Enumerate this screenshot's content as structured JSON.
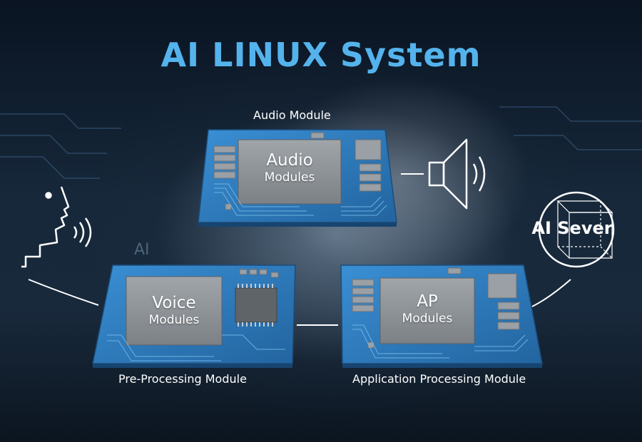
{
  "title": "AI LINUX System",
  "background_text": "AI",
  "colors": {
    "title": "#54b3ec",
    "board": "#2f7fc3",
    "chip": "#8a8f94",
    "line": "#ffffff"
  },
  "modules": [
    {
      "caption": "Audio Module",
      "chip_title": "Audio",
      "chip_subtitle": "Modules"
    },
    {
      "caption": "Pre-Processing Module",
      "chip_title": "Voice",
      "chip_subtitle": "Modules"
    },
    {
      "caption": "Application Processing Module",
      "chip_title": "AP",
      "chip_subtitle": "Modules"
    }
  ],
  "ai_server": {
    "label": "AI Sever",
    "icon": "cube-icon"
  },
  "icons": {
    "speaker": "speaker-icon",
    "person": "speaking-person-icon"
  }
}
